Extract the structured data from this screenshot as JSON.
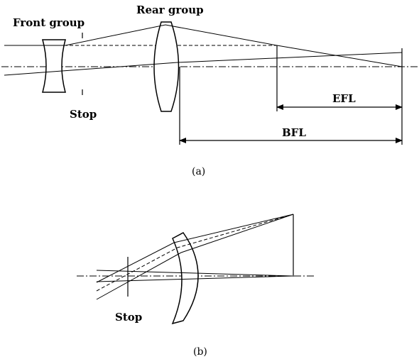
{
  "diagram_a": {
    "label_front_group": "Front group",
    "label_rear_group": "Rear group",
    "label_stop": "Stop",
    "label_efl": "EFL",
    "label_bfl": "BFL",
    "caption": "(a)"
  },
  "diagram_b": {
    "label_stop": "Stop",
    "caption": "(b)"
  }
}
